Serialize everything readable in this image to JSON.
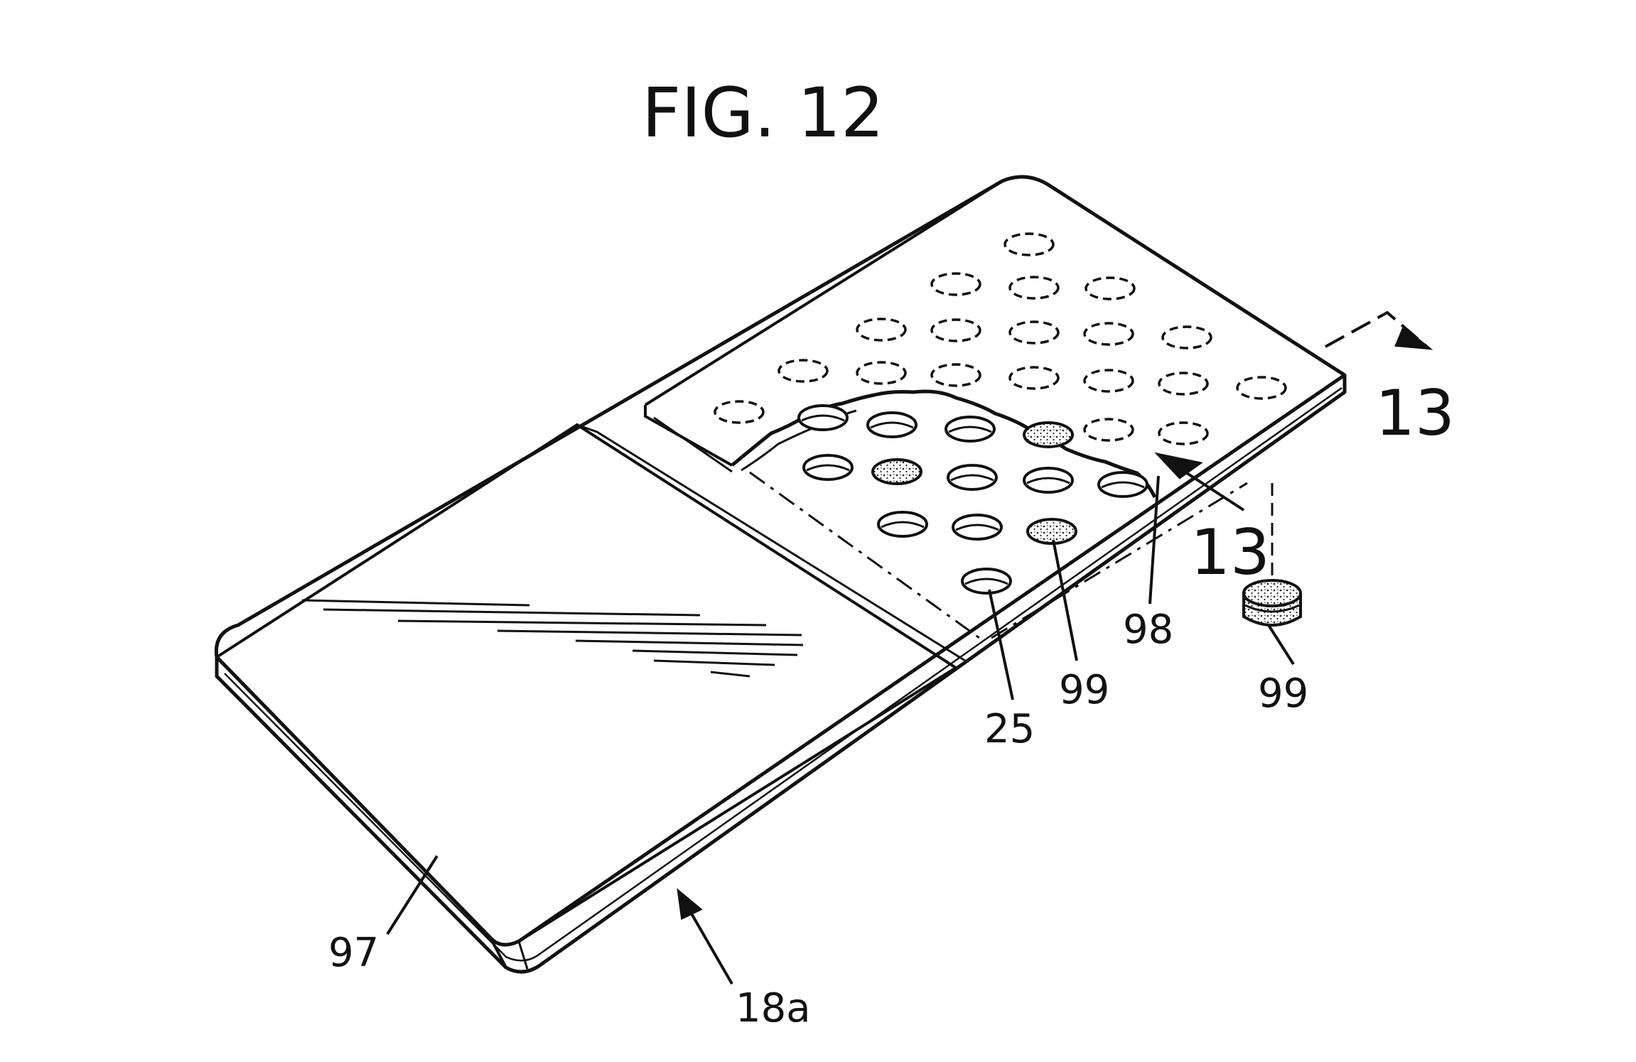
{
  "figure": {
    "title": "FIG. 12",
    "labels": {
      "sheet_97": "97",
      "card_18a": "18a",
      "hole_25": "25",
      "cover_98": "98",
      "pad_99_in_hole": "99",
      "pad_99_loose": "99",
      "section_13_top": "13",
      "section_13_bottom": "13"
    }
  }
}
